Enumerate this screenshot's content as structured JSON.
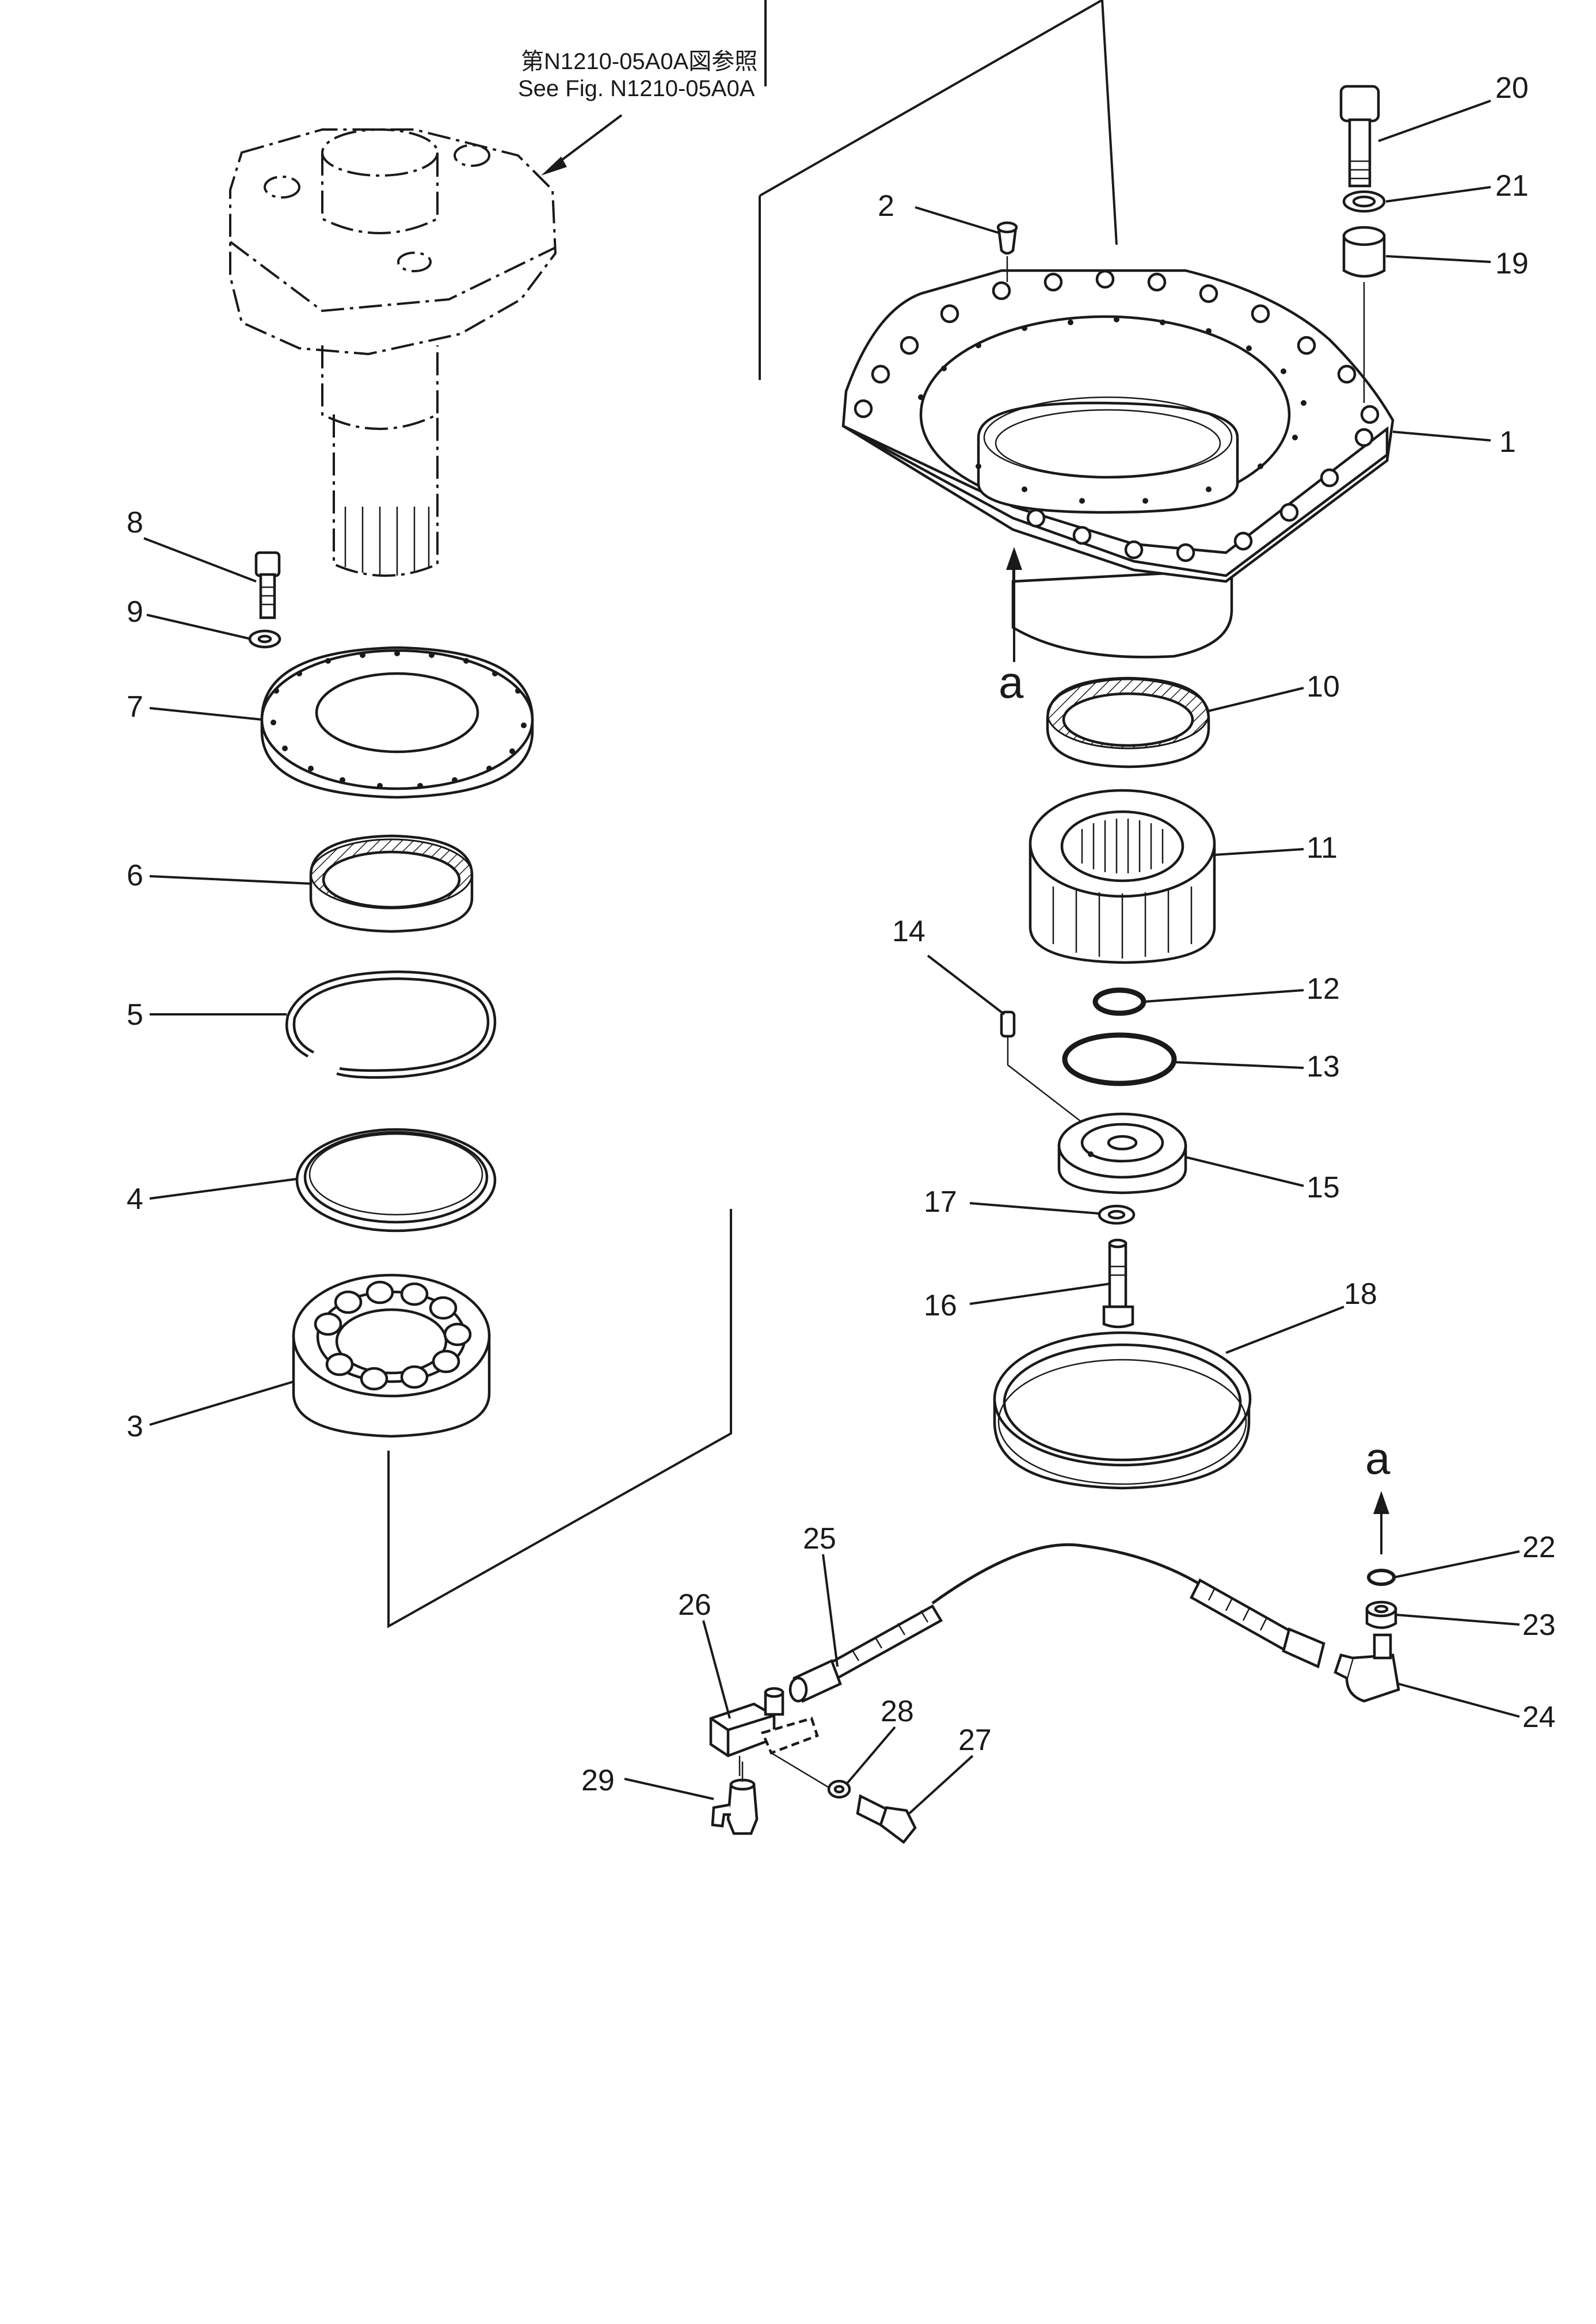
{
  "reference_note": {
    "line1": "第N1210-05A0A図参照",
    "line2": "See Fig. N1210-05A0A"
  },
  "marker_label": "a",
  "callouts": [
    "1",
    "2",
    "3",
    "4",
    "5",
    "6",
    "7",
    "8",
    "9",
    "10",
    "11",
    "12",
    "13",
    "14",
    "15",
    "16",
    "17",
    "18",
    "19",
    "20",
    "21",
    "22",
    "23",
    "24",
    "25",
    "26",
    "27",
    "28",
    "29"
  ],
  "parts": [
    {
      "id": "ref-hub",
      "desc": "motor shaft hub (reference)"
    },
    {
      "id": "1",
      "desc": "case flange"
    },
    {
      "id": "2",
      "desc": "plug"
    },
    {
      "id": "3",
      "desc": "ball bearing"
    },
    {
      "id": "4",
      "desc": "ring"
    },
    {
      "id": "5",
      "desc": "snap ring"
    },
    {
      "id": "6",
      "desc": "seal"
    },
    {
      "id": "7",
      "desc": "cover plate"
    },
    {
      "id": "8",
      "desc": "bolt"
    },
    {
      "id": "9",
      "desc": "washer"
    },
    {
      "id": "10",
      "desc": "seal"
    },
    {
      "id": "11",
      "desc": "bearing sleeve"
    },
    {
      "id": "12",
      "desc": "o-ring small"
    },
    {
      "id": "13",
      "desc": "o-ring large"
    },
    {
      "id": "14",
      "desc": "pin"
    },
    {
      "id": "15",
      "desc": "plate"
    },
    {
      "id": "16",
      "desc": "bolt"
    },
    {
      "id": "17",
      "desc": "washer"
    },
    {
      "id": "18",
      "desc": "ring"
    },
    {
      "id": "19",
      "desc": "collar"
    },
    {
      "id": "20",
      "desc": "bolt"
    },
    {
      "id": "21",
      "desc": "washer"
    },
    {
      "id": "22",
      "desc": "o-ring"
    },
    {
      "id": "23",
      "desc": "nut"
    },
    {
      "id": "24",
      "desc": "elbow"
    },
    {
      "id": "25",
      "desc": "hose"
    },
    {
      "id": "26",
      "desc": "block"
    },
    {
      "id": "27",
      "desc": "bolt"
    },
    {
      "id": "28",
      "desc": "washer"
    },
    {
      "id": "29",
      "desc": "valve"
    }
  ]
}
